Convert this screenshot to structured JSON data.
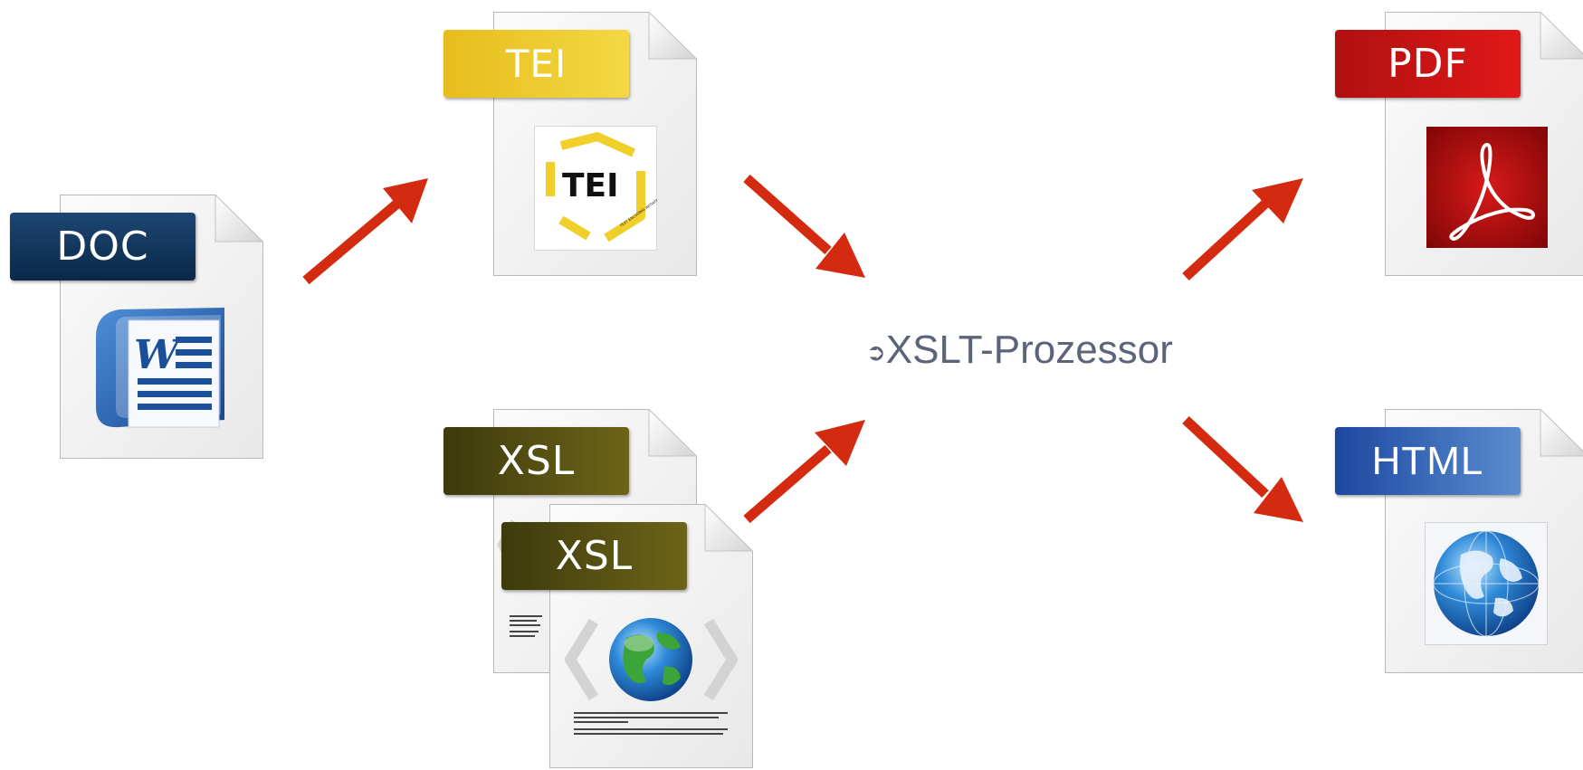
{
  "documents": {
    "doc": {
      "badge": "DOC",
      "icon": "word-icon"
    },
    "tei": {
      "badge": "TEI",
      "icon": "tei-logo-icon",
      "logo_text": "TEI",
      "logo_subtext": "TEXT ENCODING INITIATIVE"
    },
    "xsl_back": {
      "badge": "XSL"
    },
    "xsl_front": {
      "badge": "XSL",
      "icon": "xml-globe-icon"
    },
    "pdf": {
      "badge": "PDF",
      "icon": "acrobat-icon"
    },
    "html": {
      "badge": "HTML",
      "icon": "globe-icon"
    }
  },
  "processor": {
    "arrow_glyph": "➲",
    "label": "XSLT-Prozessor"
  },
  "colors": {
    "arrow": "#d42a10",
    "doc_badge": "#0f3158",
    "tei_badge": "#efcf35",
    "xsl_badge": "#4f4912",
    "pdf_badge": "#c91414",
    "html_badge": "#3466b4",
    "label_text": "#5b6479"
  }
}
